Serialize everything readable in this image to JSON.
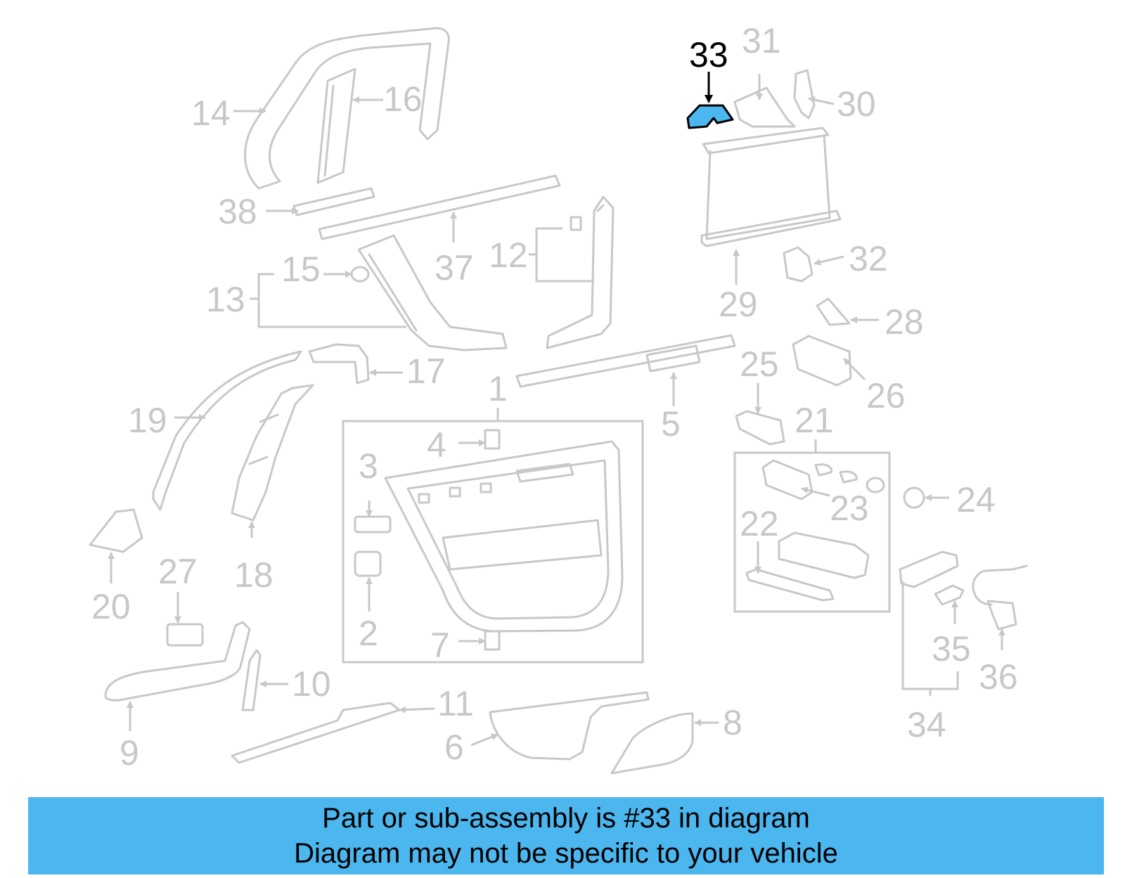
{
  "diagram": {
    "highlight_color": "#4cb6ee",
    "highlighted_part": "33",
    "labels": [
      "1",
      "2",
      "3",
      "4",
      "5",
      "6",
      "7",
      "8",
      "9",
      "10",
      "11",
      "12",
      "13",
      "14",
      "15",
      "16",
      "17",
      "18",
      "19",
      "20",
      "21",
      "22",
      "23",
      "24",
      "25",
      "26",
      "27",
      "28",
      "29",
      "30",
      "31",
      "32",
      "33",
      "34",
      "35",
      "36",
      "37",
      "38"
    ]
  },
  "caption": {
    "line1": "Part or sub-assembly is #33 in diagram",
    "line2": "Diagram may not be specific to your vehicle"
  }
}
